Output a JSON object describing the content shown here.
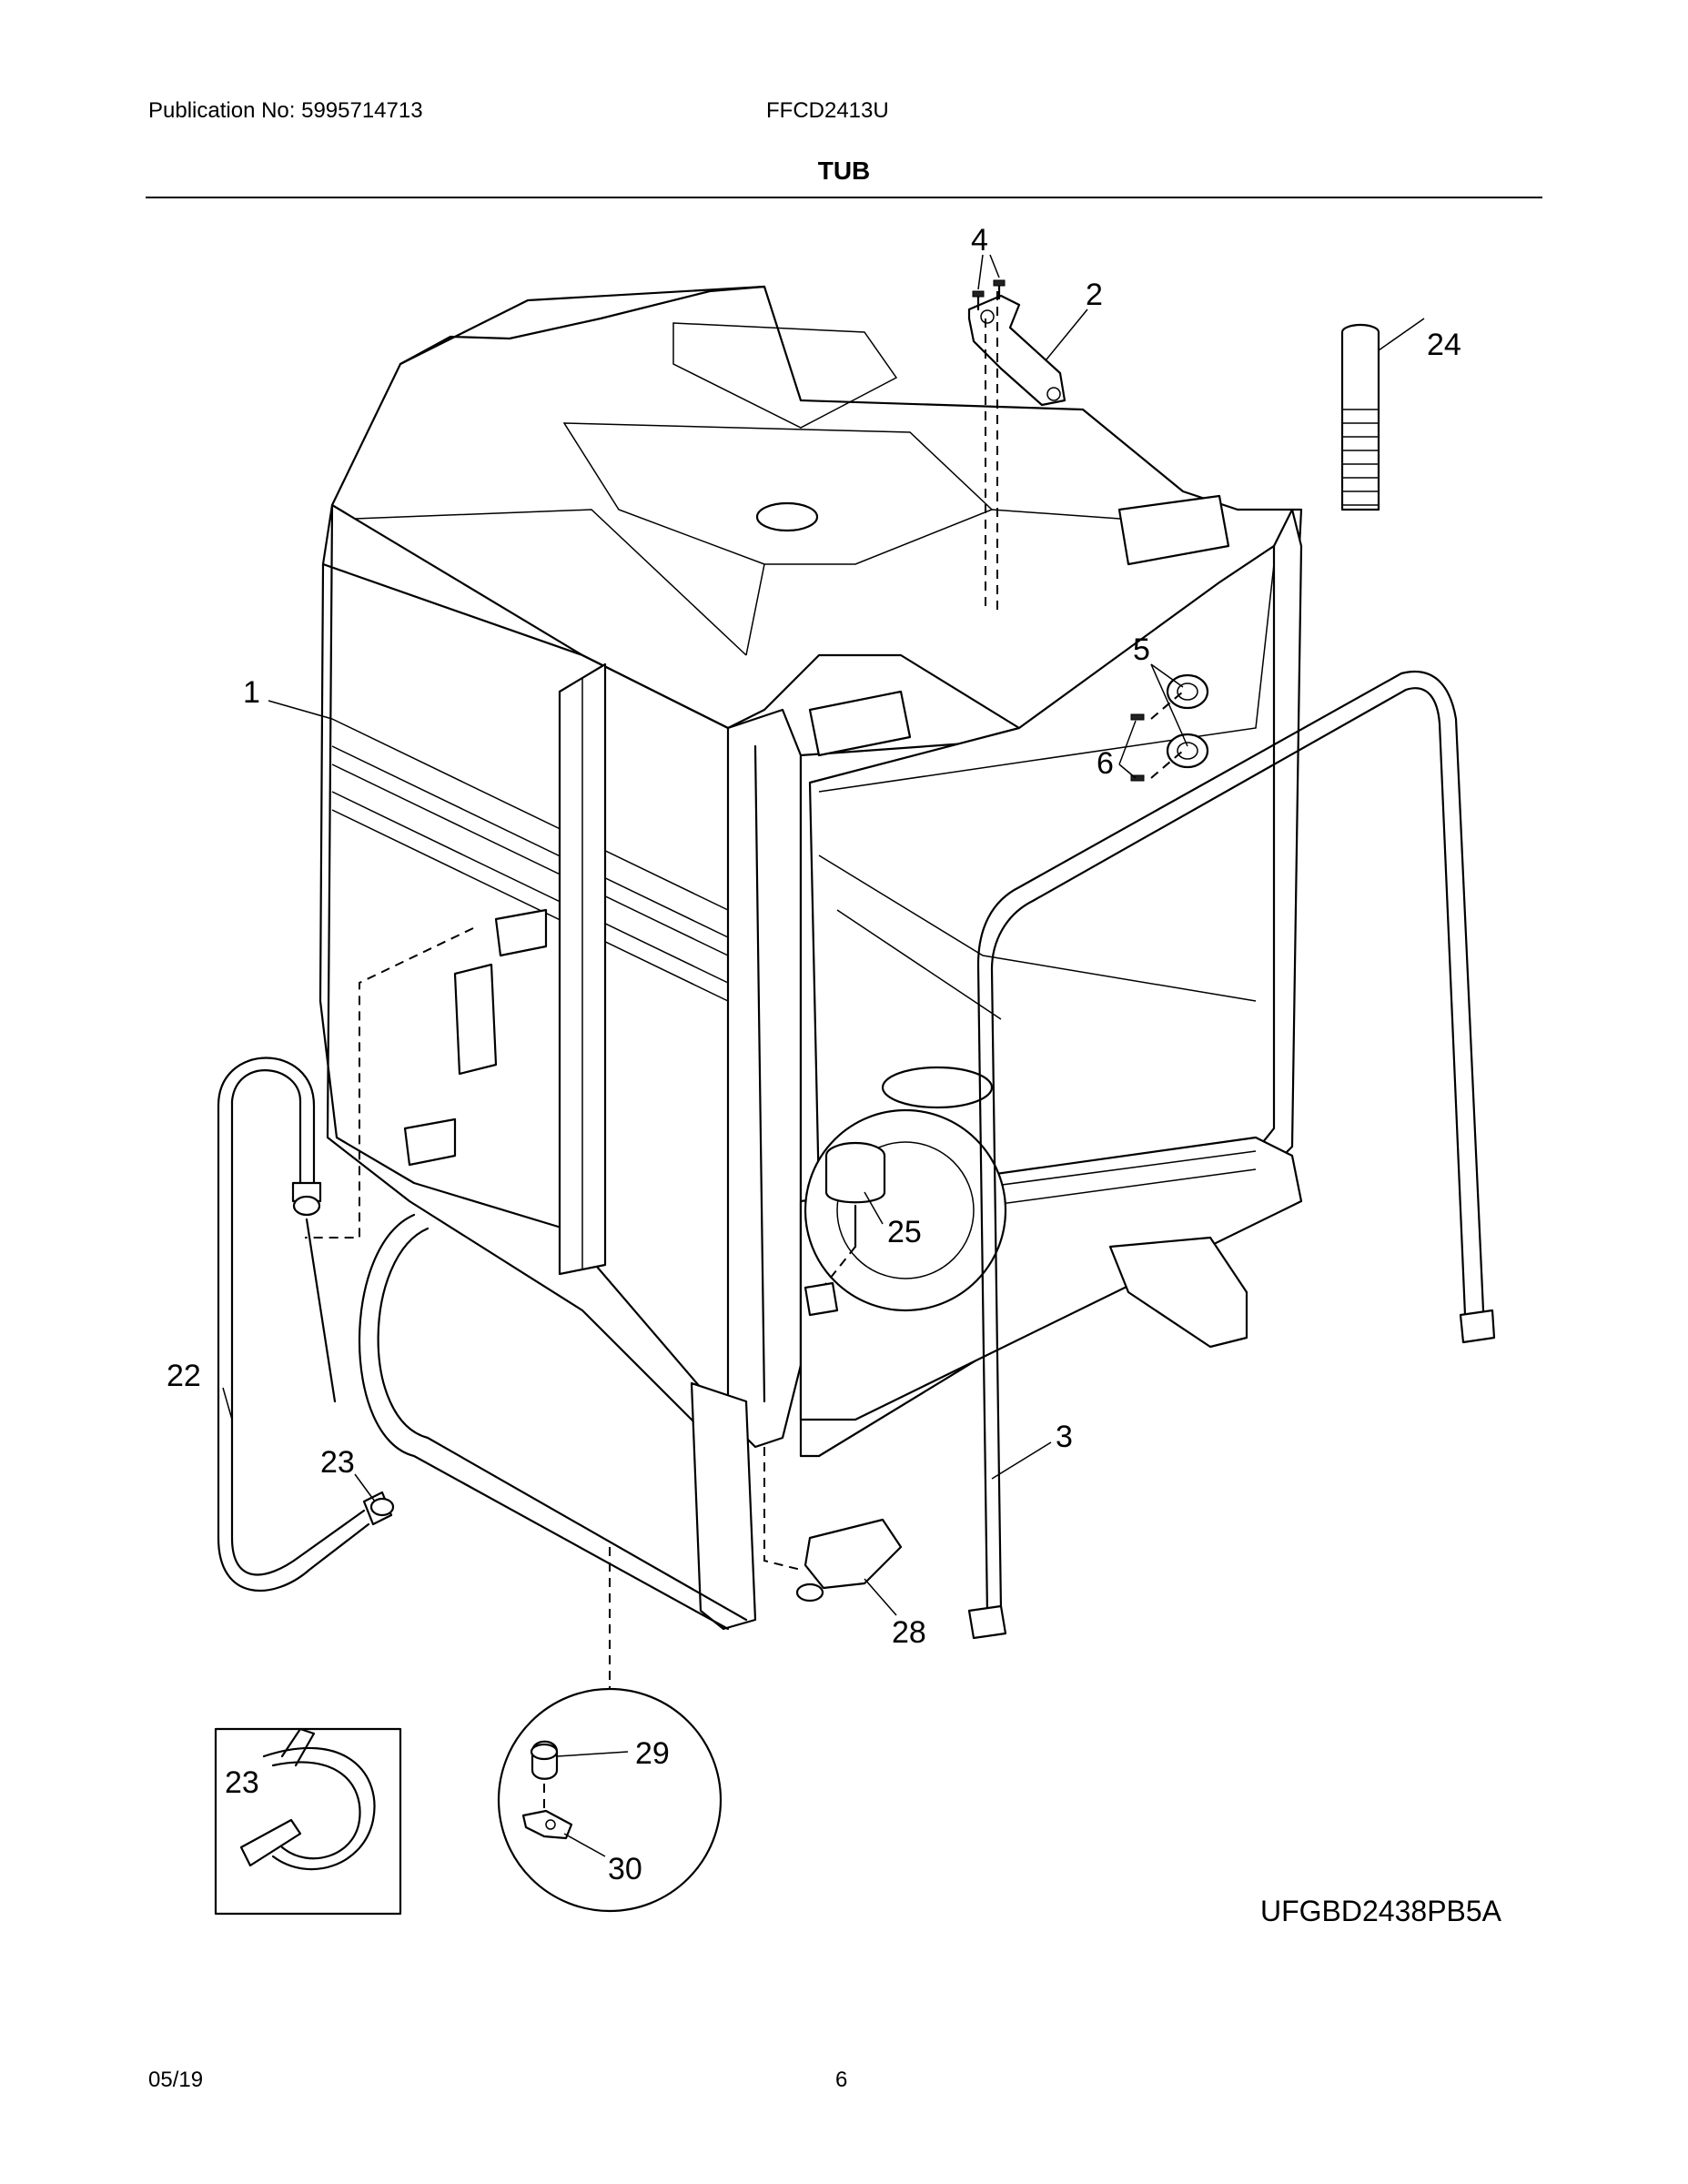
{
  "header": {
    "publication": "Publication No: 5995714713",
    "model": "FFCD2413U",
    "section_title": "TUB"
  },
  "callouts": [
    "1",
    "2",
    "3",
    "4",
    "5",
    "6",
    "22",
    "23",
    "23",
    "24",
    "25",
    "28",
    "29",
    "30",
    "23"
  ],
  "diagram_code": "UFGBD2438PB5A",
  "footer": {
    "date": "05/19",
    "page": "6"
  }
}
